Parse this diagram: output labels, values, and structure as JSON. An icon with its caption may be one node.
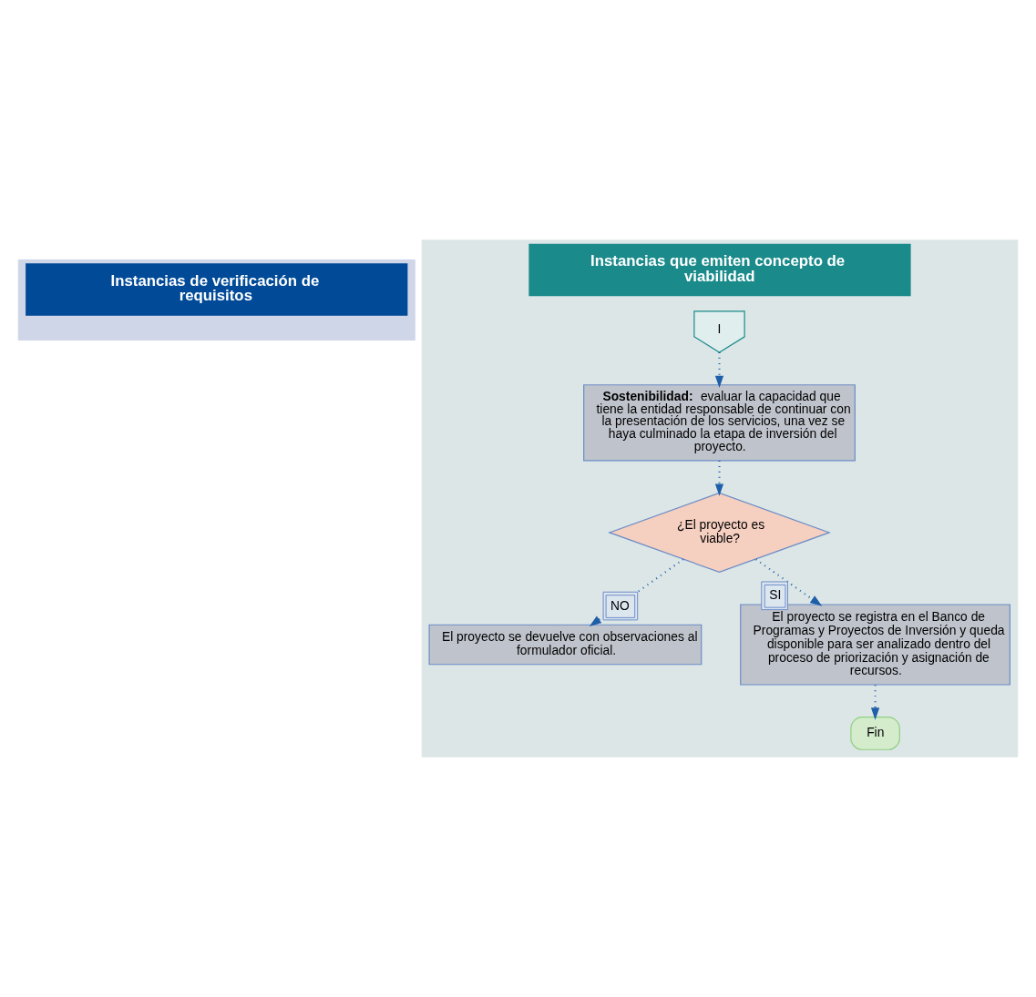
{
  "diagram": {
    "nodes": [
      {
        "text": [
          "Instancias de verificación de requisitos"
        ]
      },
      {
        "text": [
          "Instancias que emiten concepto de viabilidad"
        ]
      },
      {
        "text": [
          "I"
        ],
        "in": 1
      },
      {
        "text": [
          "**Sostenibilidad:** evaluar la capacidad que tiene la entidad responsable de continuar con la presentación de los servicios, una vez se haya culminado la etapa de inversión del proyecto."
        ],
        "in": 1
      },
      {
        "text": [
          "¿El proyecto es viable?"
        ],
        "in": 1
      },
      {
        "text": [
          "El proyecto se devuelve con observaciones al formulador oficial."
        ],
        "in": 1
      },
      {
        "text": [
          "El proyecto se registra en el Banco de Programas y Proyectos de Inversión y queda disponible para ser analizado dentro del proceso de priorización y asignación de recursos."
        ],
        "in": 1
      },
      {
        "text": [
          "Fin"
        ],
        "in": 1
      }
    ],
    "edges": [
      {
        "from": 2,
        "to": 3,
        "arrow": "to"
      },
      {
        "from": 3,
        "to": 4,
        "arrow": "to"
      },
      {
        "from": 4,
        "to": 6,
        "arrow": "to",
        "label": "SI"
      },
      {
        "from": 4,
        "to": 5,
        "arrow": "to",
        "label": "NO"
      },
      {
        "from": 6,
        "to": 7,
        "arrow": "to"
      }
    ]
  }
}
